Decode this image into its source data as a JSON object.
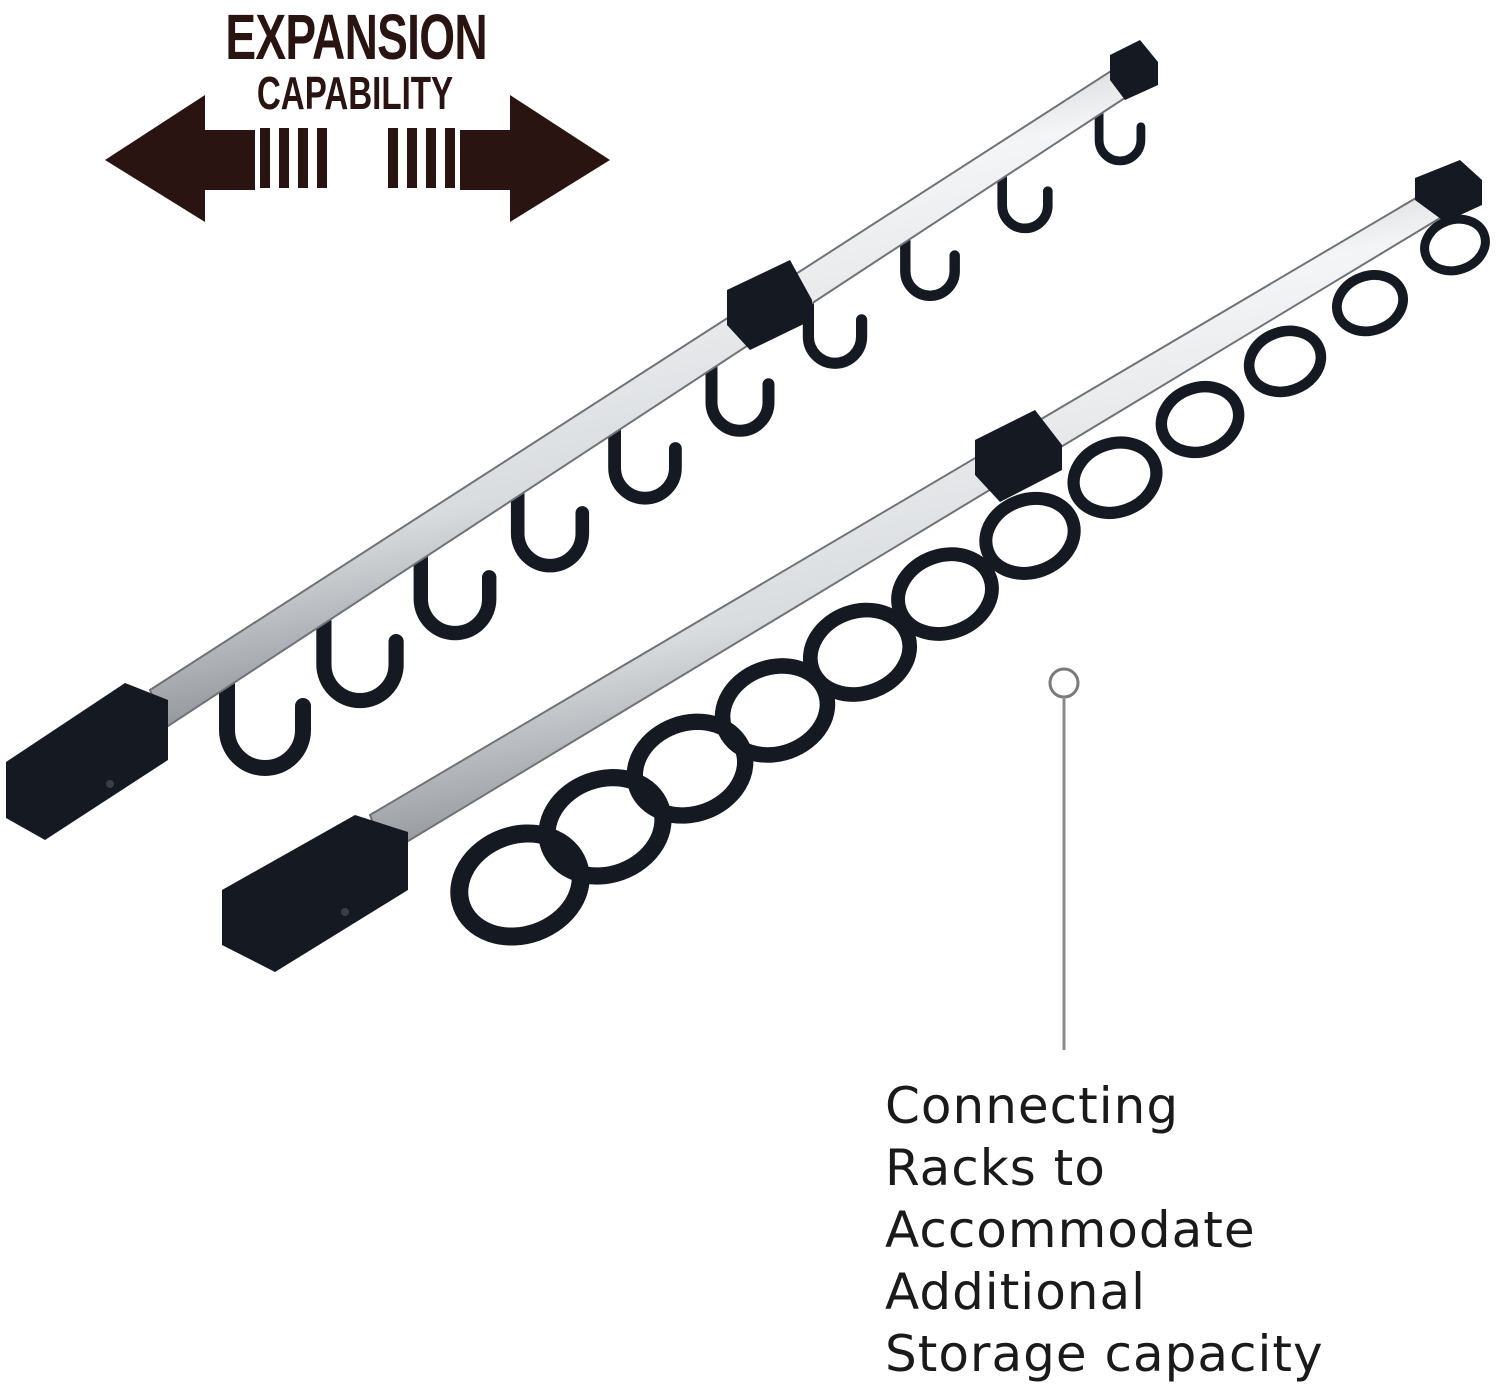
{
  "badge": {
    "title": "EXPANSION",
    "subtitle": "CAPABILITY",
    "color": "#2a1412"
  },
  "caption": {
    "lines": [
      "Connecting",
      "Racks to",
      "Accommodate",
      "Additional",
      "Storage capacity"
    ]
  },
  "colors": {
    "rail": "#e6e8ea",
    "plastic": "#151a22",
    "callout_line": "#8a8a8a"
  },
  "product": {
    "top_rack_hooks": 10,
    "bottom_rack_rings": 12
  }
}
